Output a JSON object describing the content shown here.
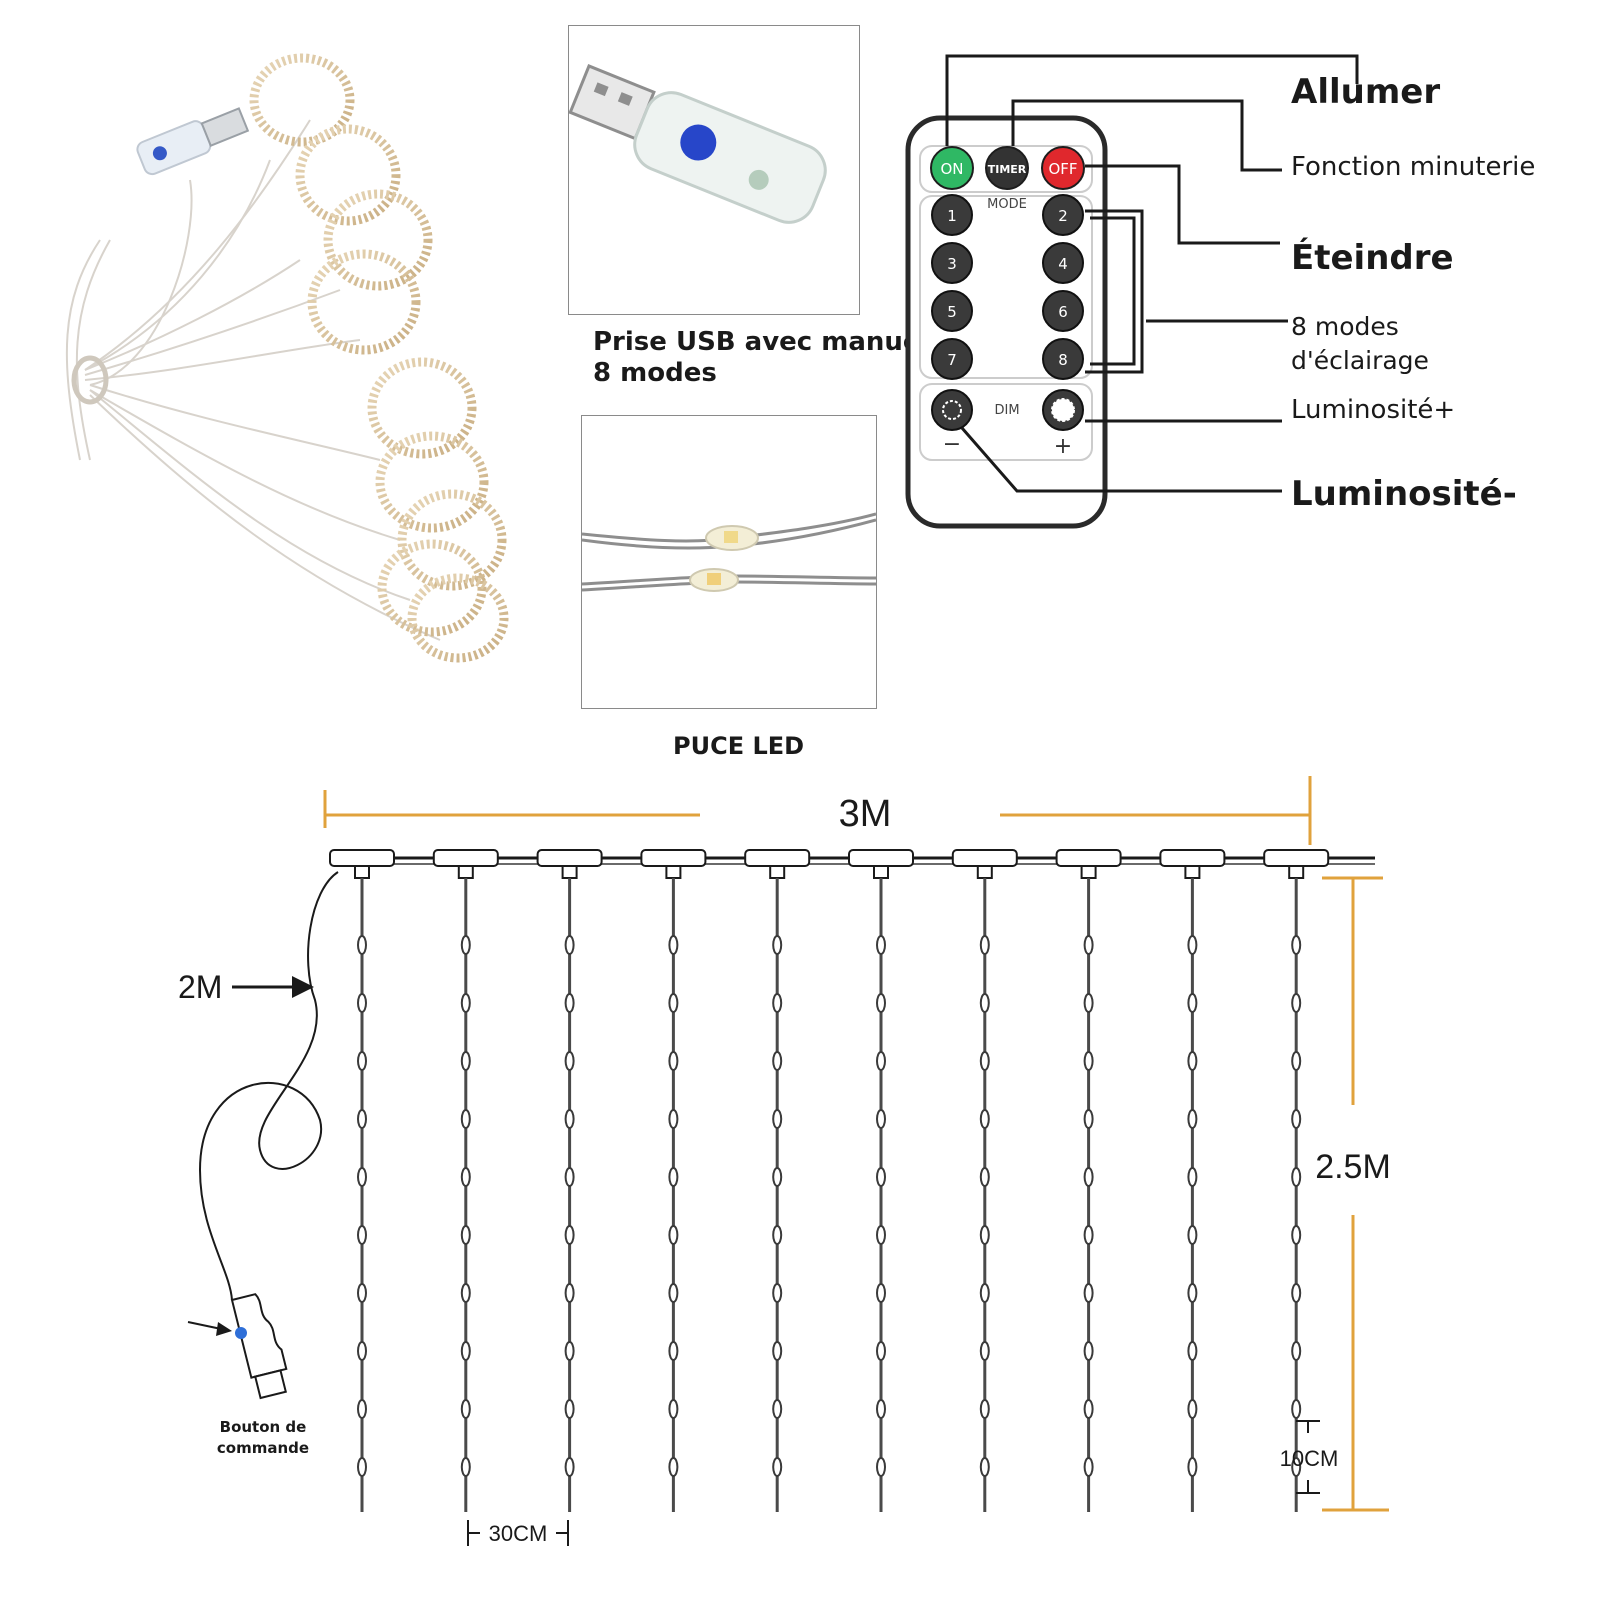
{
  "usb_plug_caption": {
    "line1": "Prise USB avec manuel",
    "line2": "8 modes"
  },
  "led_chip_caption": "PUCE LED",
  "remote": {
    "buttons": {
      "on": "ON",
      "timer": "TIMER",
      "off": "OFF"
    },
    "mode_label": "MODE",
    "mode_numbers": [
      "1",
      "2",
      "3",
      "4",
      "5",
      "6",
      "7",
      "8"
    ],
    "dim_label": "DIM",
    "minus_sign": "−",
    "plus_sign": "+",
    "colors": {
      "on": "#2fb864",
      "timer": "#333333",
      "off": "#e0282d"
    }
  },
  "callouts": {
    "power_on": "Allumer",
    "timer_function": "Fonction minuterie",
    "power_off": "Éteindre",
    "modes_line1": "8 modes",
    "modes_line2": "d'éclairage",
    "brightness_up": "Luminosité+",
    "brightness_down": "Luminosité-"
  },
  "dimensions": {
    "width": "3M",
    "height": "2.5M",
    "cable_length": "2M",
    "strand_spacing": "30CM",
    "bulb_spacing": "10CM",
    "accent_color": "#e0a23c"
  },
  "control_button_caption": {
    "line1": "Bouton de",
    "line2": "commande"
  }
}
